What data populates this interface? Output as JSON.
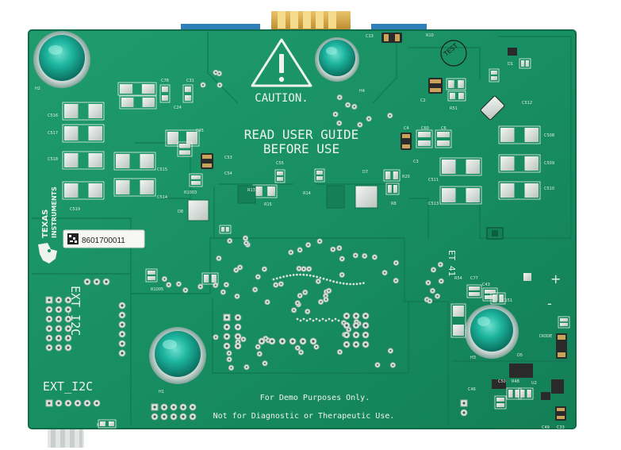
{
  "board": {
    "caution": "CAUTION.",
    "guide_line1": "READ USER GUIDE",
    "guide_line2": "BEFORE USE",
    "brand_line1": "TEXAS",
    "brand_line2": "INSTRUMENTS",
    "serial": "8601700011",
    "ext_i2c_vertical": "EXT_I2C",
    "ext_i2c_horizontal": "EXT_I2C",
    "demo_line1": "For Demo Purposes Only.",
    "demo_line2": "Not for Diagnostic or Therapeutic Use.",
    "plus": "+",
    "minus": "-",
    "et_label": "ET 41",
    "tests": "TEST",
    "labels": {
      "h1": "H1",
      "h2": "H2",
      "h3": "H3",
      "h4": "H4",
      "c13": "C13",
      "r10": "R10",
      "c2": "C2",
      "r51": "R51",
      "c512": "C512",
      "c516": "C516",
      "c517": "C517",
      "c518": "C518",
      "c519": "C519",
      "c511": "C511",
      "c513": "C513",
      "c508": "C508",
      "c509": "C509",
      "c510": "C510",
      "c515": "C515",
      "c514": "C514",
      "c53": "C53",
      "c54": "C54",
      "c55": "C55",
      "r1003": "R1003",
      "d8": "D8",
      "r13": "R13",
      "r15": "R15",
      "r14": "R14",
      "d7": "D7",
      "r8": "R8",
      "r20": "R20",
      "c3": "C3",
      "c4": "C4",
      "c60": "C60",
      "c6": "C6",
      "c78": "C78",
      "c31": "C31",
      "c24": "C24",
      "c45": "C45",
      "r1005": "R1005",
      "r54": "R54",
      "c77": "C77",
      "c43": "C43",
      "c151": "C151",
      "d5": "D5",
      "u2": "U2",
      "c46": "C46",
      "c50": "C50",
      "r48": "R48",
      "c49": "C49",
      "c33": "C33",
      "diode": "DIODE",
      "r49": "R49",
      "d1": "D1"
    }
  }
}
